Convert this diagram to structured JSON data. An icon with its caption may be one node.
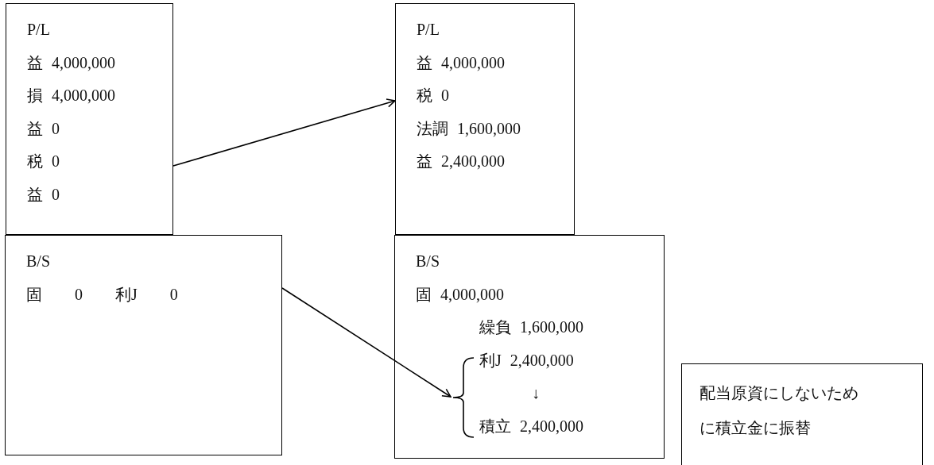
{
  "diagram": {
    "nodes": [
      {
        "text": [
          "P/L",
          "益 4,000,000",
          "損 4,000,000",
          "益 0",
          "税 0",
          "益 0"
        ]
      },
      {
        "text": [
          "B/S",
          "固 0 利J 0"
        ]
      },
      {
        "text": [
          "P/L",
          "益 4,000,000",
          "税 0",
          "法調 1,600,000",
          "益 2,400,000"
        ]
      },
      {
        "text": [
          "B/S",
          "固 4,000,000",
          "繰負 1,600,000",
          "利J 2,400,000",
          "↓",
          "積立 2,400,000"
        ]
      },
      {
        "text": [],
        "shape": "brace",
        "in": 3
      },
      {
        "text": [
          "配当原資にしないために積立金に振替"
        ]
      }
    ],
    "edges": [
      {
        "from": 0,
        "to": 2,
        "arrow": "to"
      },
      {
        "from": 1,
        "to": 4,
        "arrow": "to"
      }
    ]
  }
}
